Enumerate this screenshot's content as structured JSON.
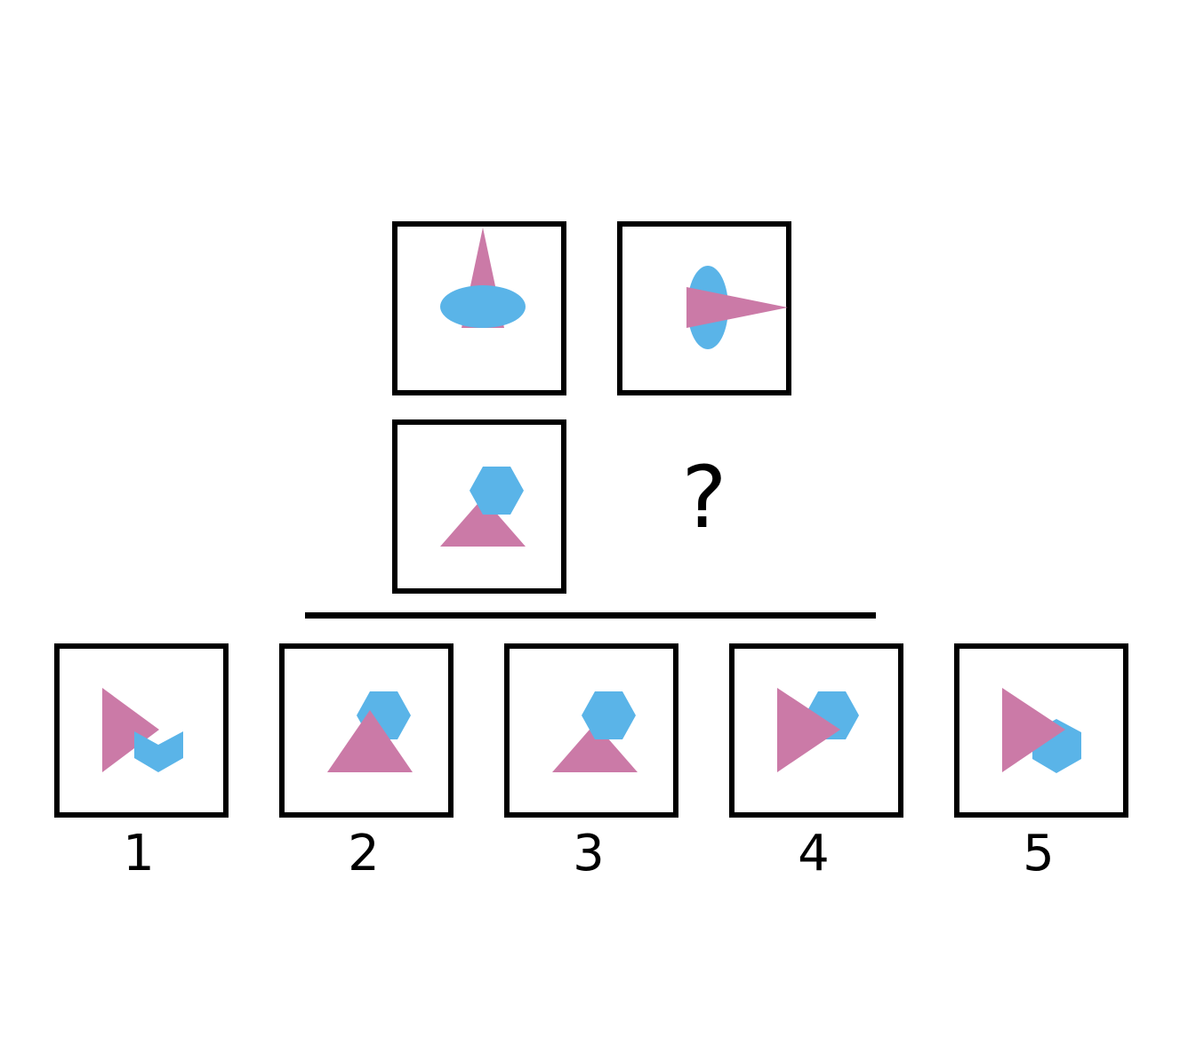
{
  "colors": {
    "pink": "#cb7aa7",
    "blue": "#5ab4e8",
    "frame": "#000000",
    "background": "#ffffff"
  },
  "question": {
    "missing_symbol": "?"
  },
  "options": [
    {
      "label": "1"
    },
    {
      "label": "2"
    },
    {
      "label": "3"
    },
    {
      "label": "4"
    },
    {
      "label": "5"
    }
  ]
}
